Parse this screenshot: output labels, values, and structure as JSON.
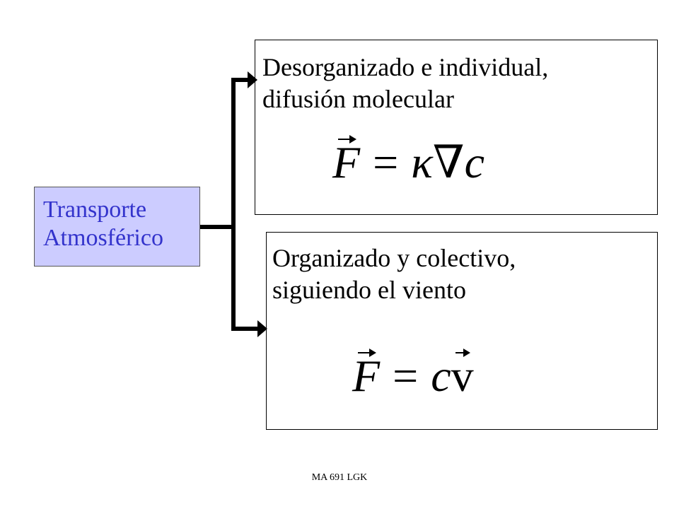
{
  "root": {
    "line1": "Transporte",
    "line2": "Atmosférico",
    "fill": "#CCCCFF",
    "text_color": "#3333CC"
  },
  "branch_top": {
    "line1": "Desorganizado e individual,",
    "line2": "difusión molecular",
    "formula": {
      "lhs": "F",
      "eq": "=",
      "kappa": "κ",
      "nabla": "∇",
      "c": "c"
    }
  },
  "branch_bottom": {
    "line1": "Organizado y colectivo,",
    "line2": "siguiendo el viento",
    "formula": {
      "lhs": "F",
      "eq": "=",
      "c": "c",
      "v": "v"
    }
  },
  "footer": "MA 691 LGK"
}
